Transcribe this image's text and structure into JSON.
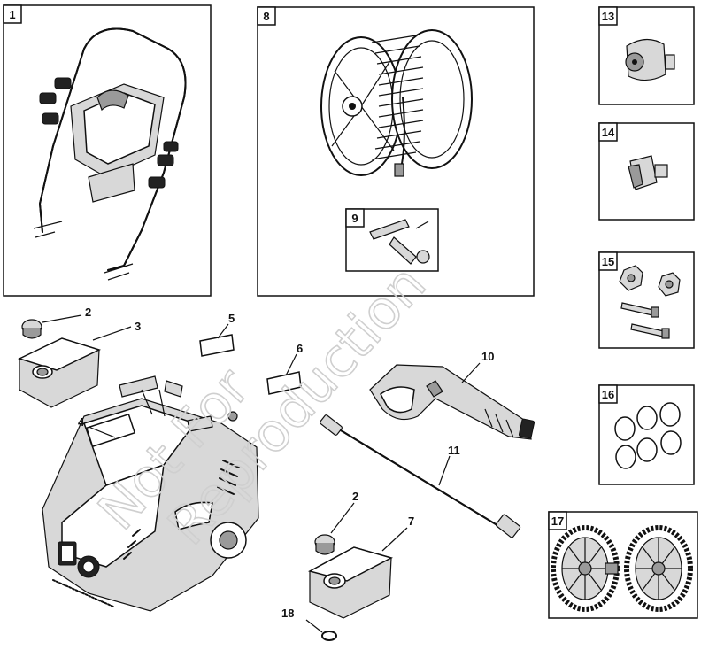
{
  "watermark": {
    "line1": "Not For",
    "line2": "Reproduction"
  },
  "panels": [
    {
      "id": "1",
      "label": "1"
    },
    {
      "id": "8",
      "label": "8"
    },
    {
      "id": "9",
      "label": "9"
    },
    {
      "id": "13",
      "label": "13"
    },
    {
      "id": "14",
      "label": "14"
    },
    {
      "id": "15",
      "label": "15"
    },
    {
      "id": "16",
      "label": "16"
    },
    {
      "id": "17",
      "label": "17"
    }
  ],
  "callouts": {
    "c2a": "2",
    "c3": "3",
    "c4": "4",
    "c5": "5",
    "c6": "6",
    "c10": "10",
    "c11": "11",
    "c2b": "2",
    "c7": "7",
    "c18": "18"
  }
}
